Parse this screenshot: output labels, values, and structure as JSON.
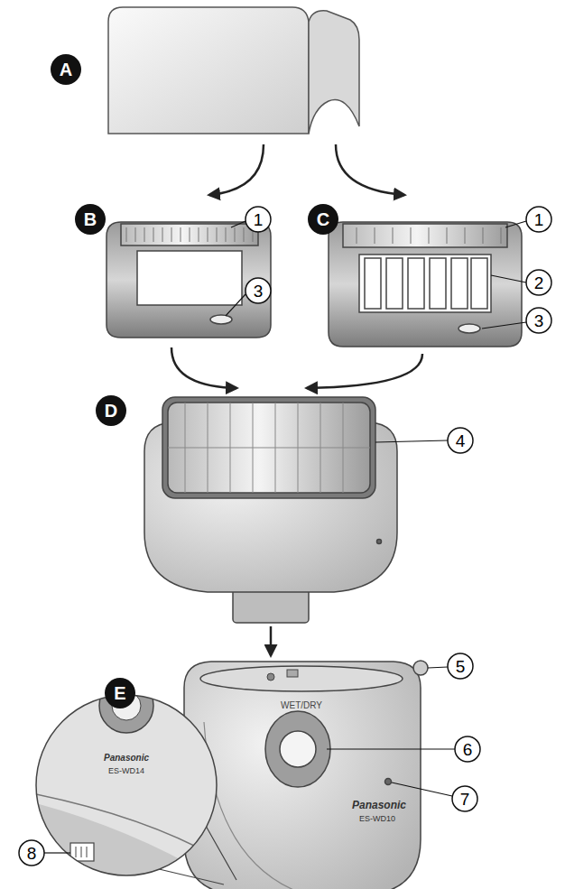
{
  "diagram": {
    "labels": [
      "A",
      "B",
      "1",
      "3",
      "C",
      "1",
      "2",
      "3",
      "D",
      "4",
      "E",
      "WET/DRY",
      "5",
      "6",
      "Panasonic",
      "ES-WD10",
      "7",
      "Panasonic",
      "ES-WD14",
      "8"
    ]
  }
}
